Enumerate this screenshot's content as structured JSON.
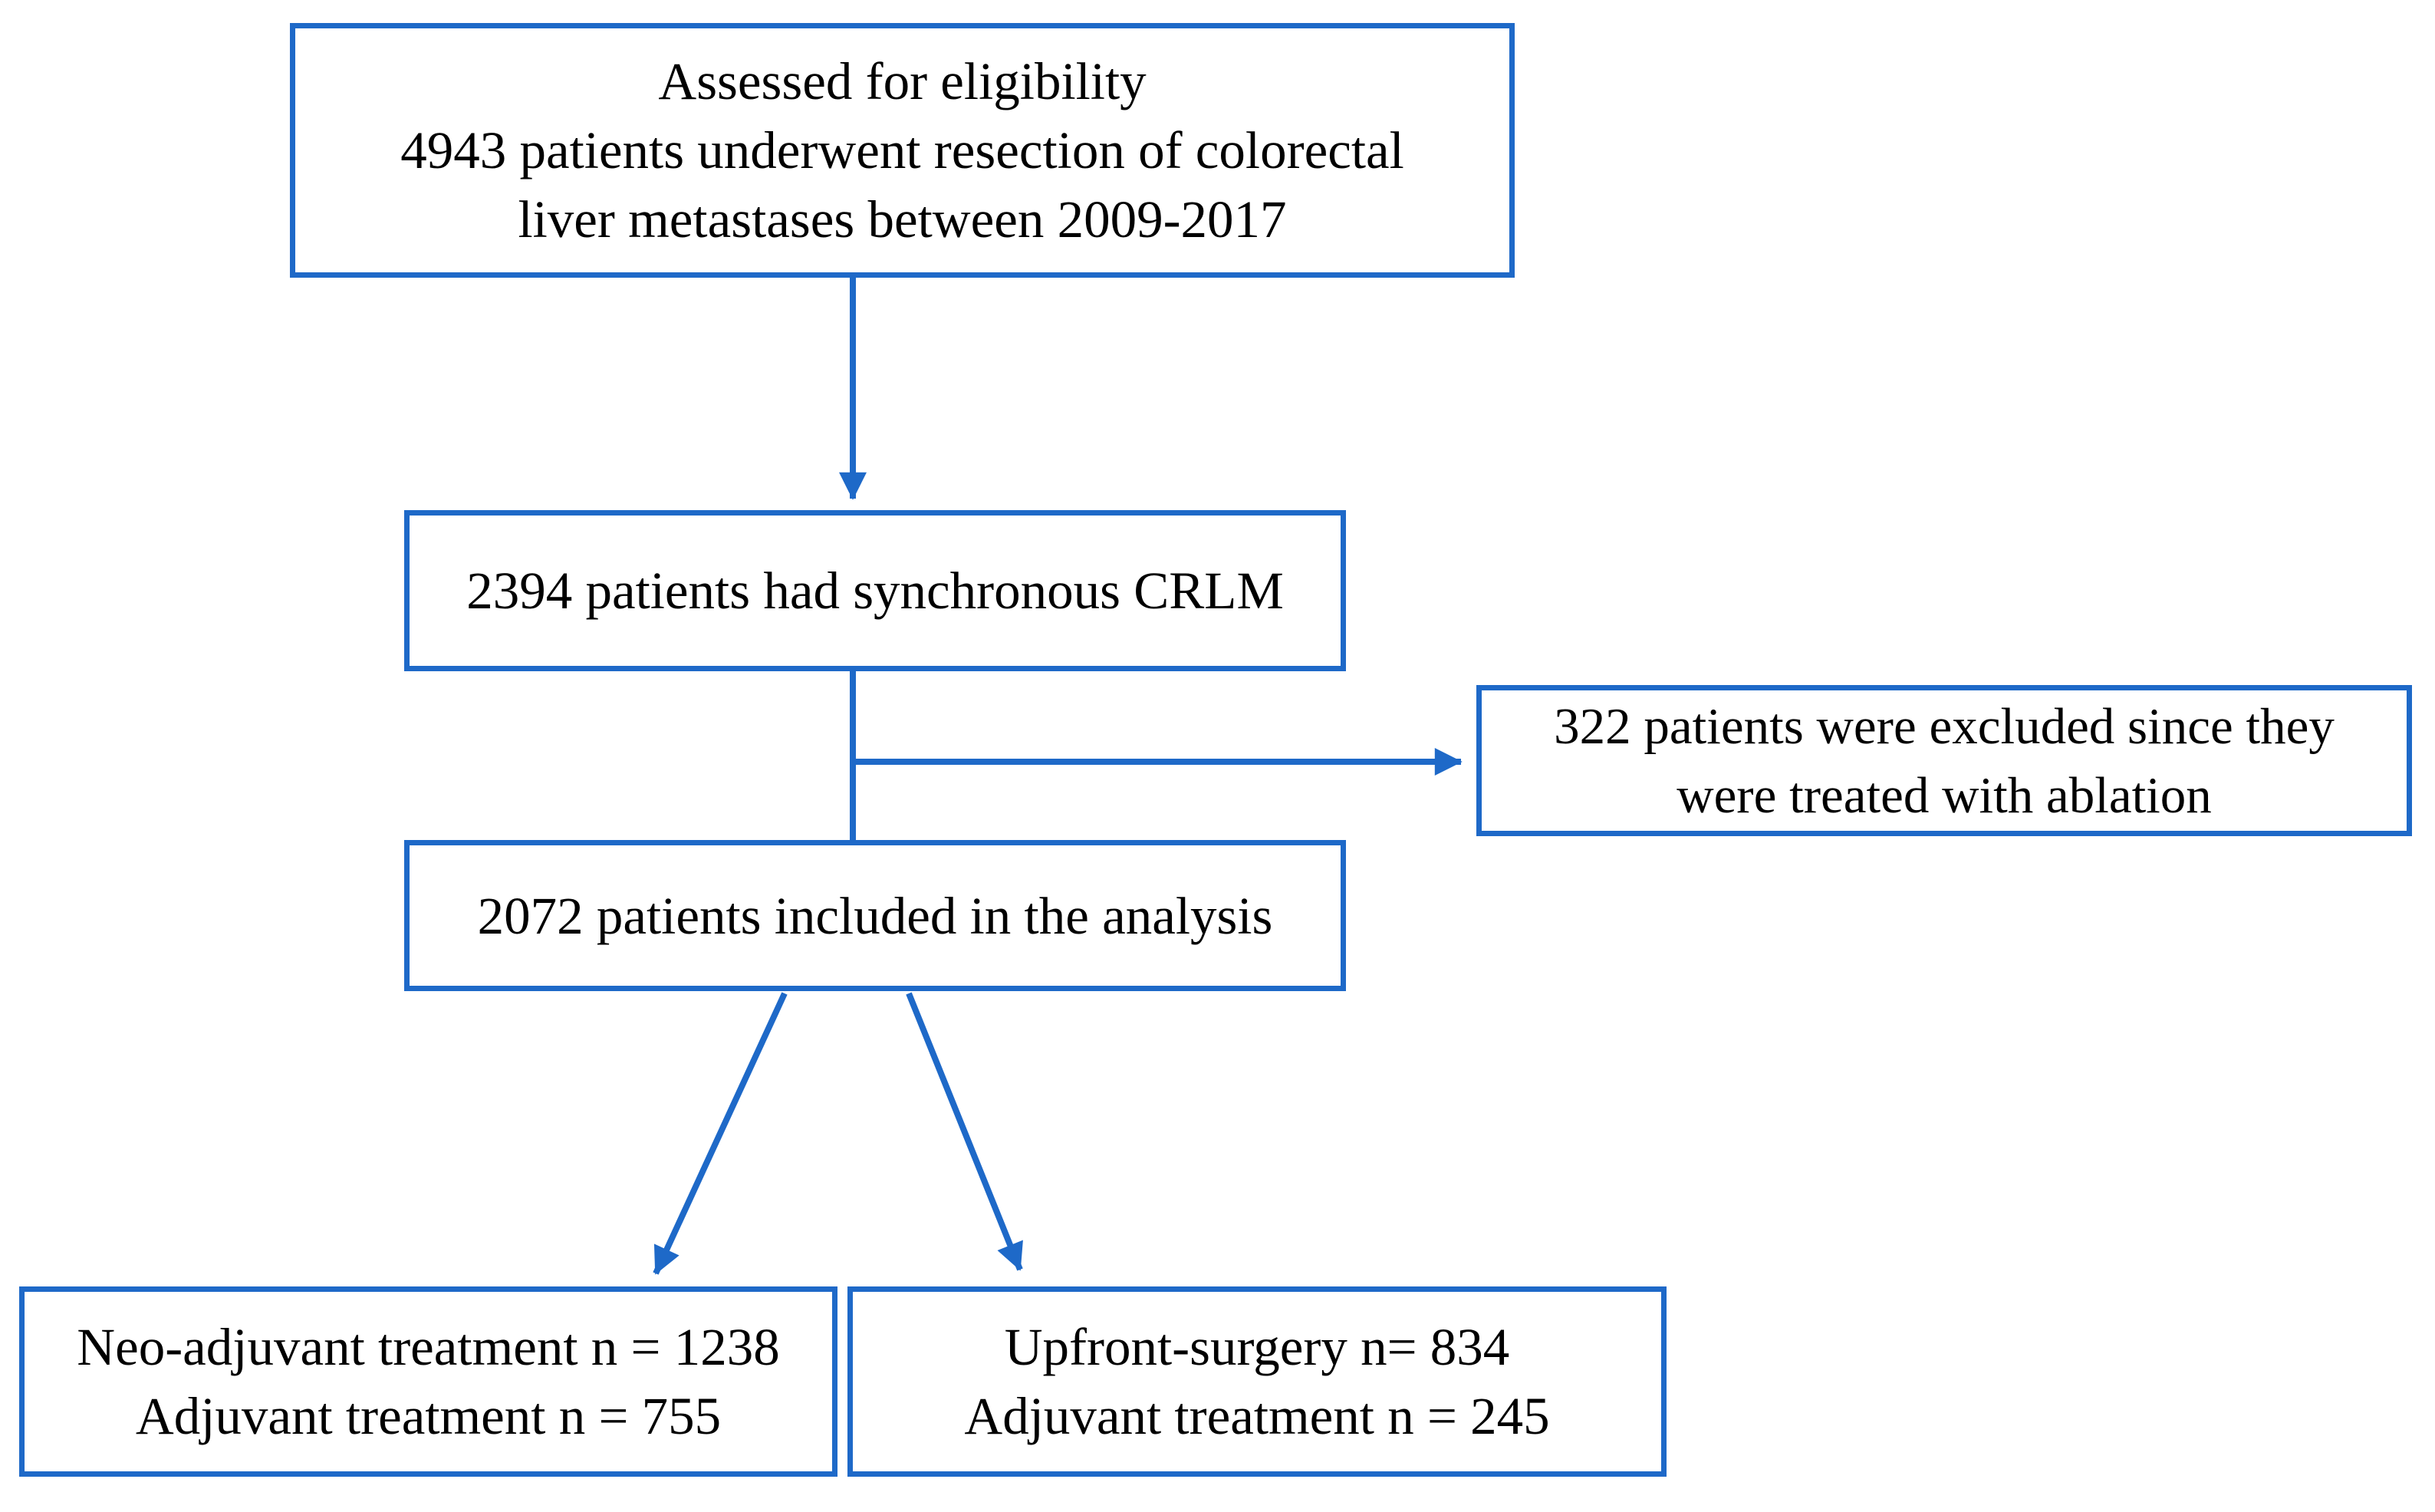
{
  "figure": {
    "type": "patient-flow-diagram",
    "background_color": "#ffffff",
    "box_border_color": "#1e69c8",
    "arrow_color": "#1e69c8",
    "text_color": "#000000",
    "nodes": [
      {
        "id": "eligibility",
        "lines": [
          "Assessed for eligibility",
          "4943 patients underwent resection of colorectal",
          "liver metastases between 2009-2017"
        ]
      },
      {
        "id": "synchronous-crlm",
        "lines": [
          "2394 patients had synchronous CRLM"
        ]
      },
      {
        "id": "excluded-ablation",
        "lines": [
          "322 patients were excluded since they",
          "were treated with ablation"
        ]
      },
      {
        "id": "included-analysis",
        "lines": [
          "2072 patients included in the analysis"
        ]
      },
      {
        "id": "neoadjuvant-arm",
        "lines": [
          "Neo-adjuvant treatment n = 1238",
          "Adjuvant treatment n = 755"
        ]
      },
      {
        "id": "upfront-surgery-arm",
        "lines": [
          "Upfront-surgery n= 834",
          "Adjuvant treatment n = 245"
        ]
      }
    ],
    "connectors": [
      {
        "from": "eligibility",
        "to": "synchronous-crlm",
        "arrow": true
      },
      {
        "from": "synchronous-crlm",
        "to": "excluded-ablation",
        "arrow": true
      },
      {
        "from": "synchronous-crlm",
        "to": "included-analysis",
        "arrow": false
      },
      {
        "from": "included-analysis",
        "to": "neoadjuvant-arm",
        "arrow": true
      },
      {
        "from": "included-analysis",
        "to": "upfront-surgery-arm",
        "arrow": true
      }
    ]
  }
}
